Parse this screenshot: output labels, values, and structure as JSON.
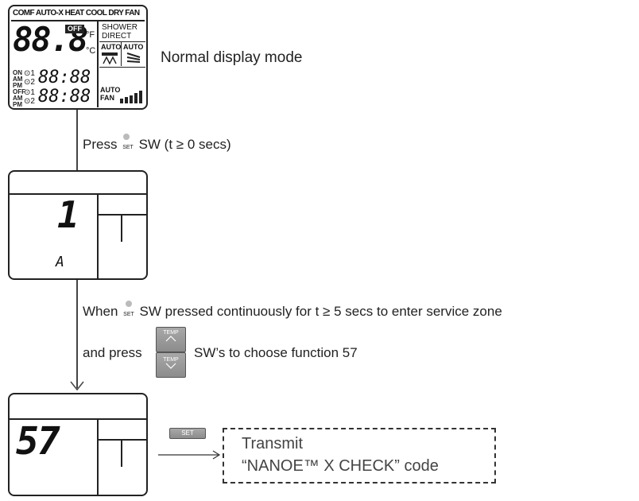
{
  "panel1": {
    "mode_strip": "COMF AUTO-X HEAT COOL DRY FAN",
    "big_temp": "88.8",
    "off_badge": "OFF",
    "unit_f": "°F",
    "unit_c": "°C",
    "shower": "SHOWER",
    "direct": "DIRECT",
    "auto_left": "AUTO",
    "auto_right": "AUTO",
    "on_label": "ON",
    "off_label": "OFF",
    "am": "AM",
    "pm": "PM",
    "timer1": "1",
    "timer2": "2",
    "time_on": "88:88",
    "time_off": "88:88",
    "auto_fan_top": "AUTO",
    "auto_fan_bottom": "FAN"
  },
  "caption_normal": "Normal display mode",
  "step1": {
    "prefix": "Press",
    "set_small": "SET",
    "suffix": "SW (t ≥ 0 secs)"
  },
  "panel2": {
    "digit": "1",
    "letter": "A"
  },
  "step2": {
    "line1_prefix": "When",
    "set_small": "SET",
    "line1_suffix": "SW pressed continuously for t ≥ 5 secs to enter service zone",
    "line2_prefix": "and press",
    "temp_label": "TEMP",
    "line2_suffix": "SW’s to choose function 57"
  },
  "panel3": {
    "code": "57"
  },
  "set_button": "SET",
  "transmit": {
    "line1": "Transmit",
    "line2": "“NANOE™ X CHECK” code"
  }
}
